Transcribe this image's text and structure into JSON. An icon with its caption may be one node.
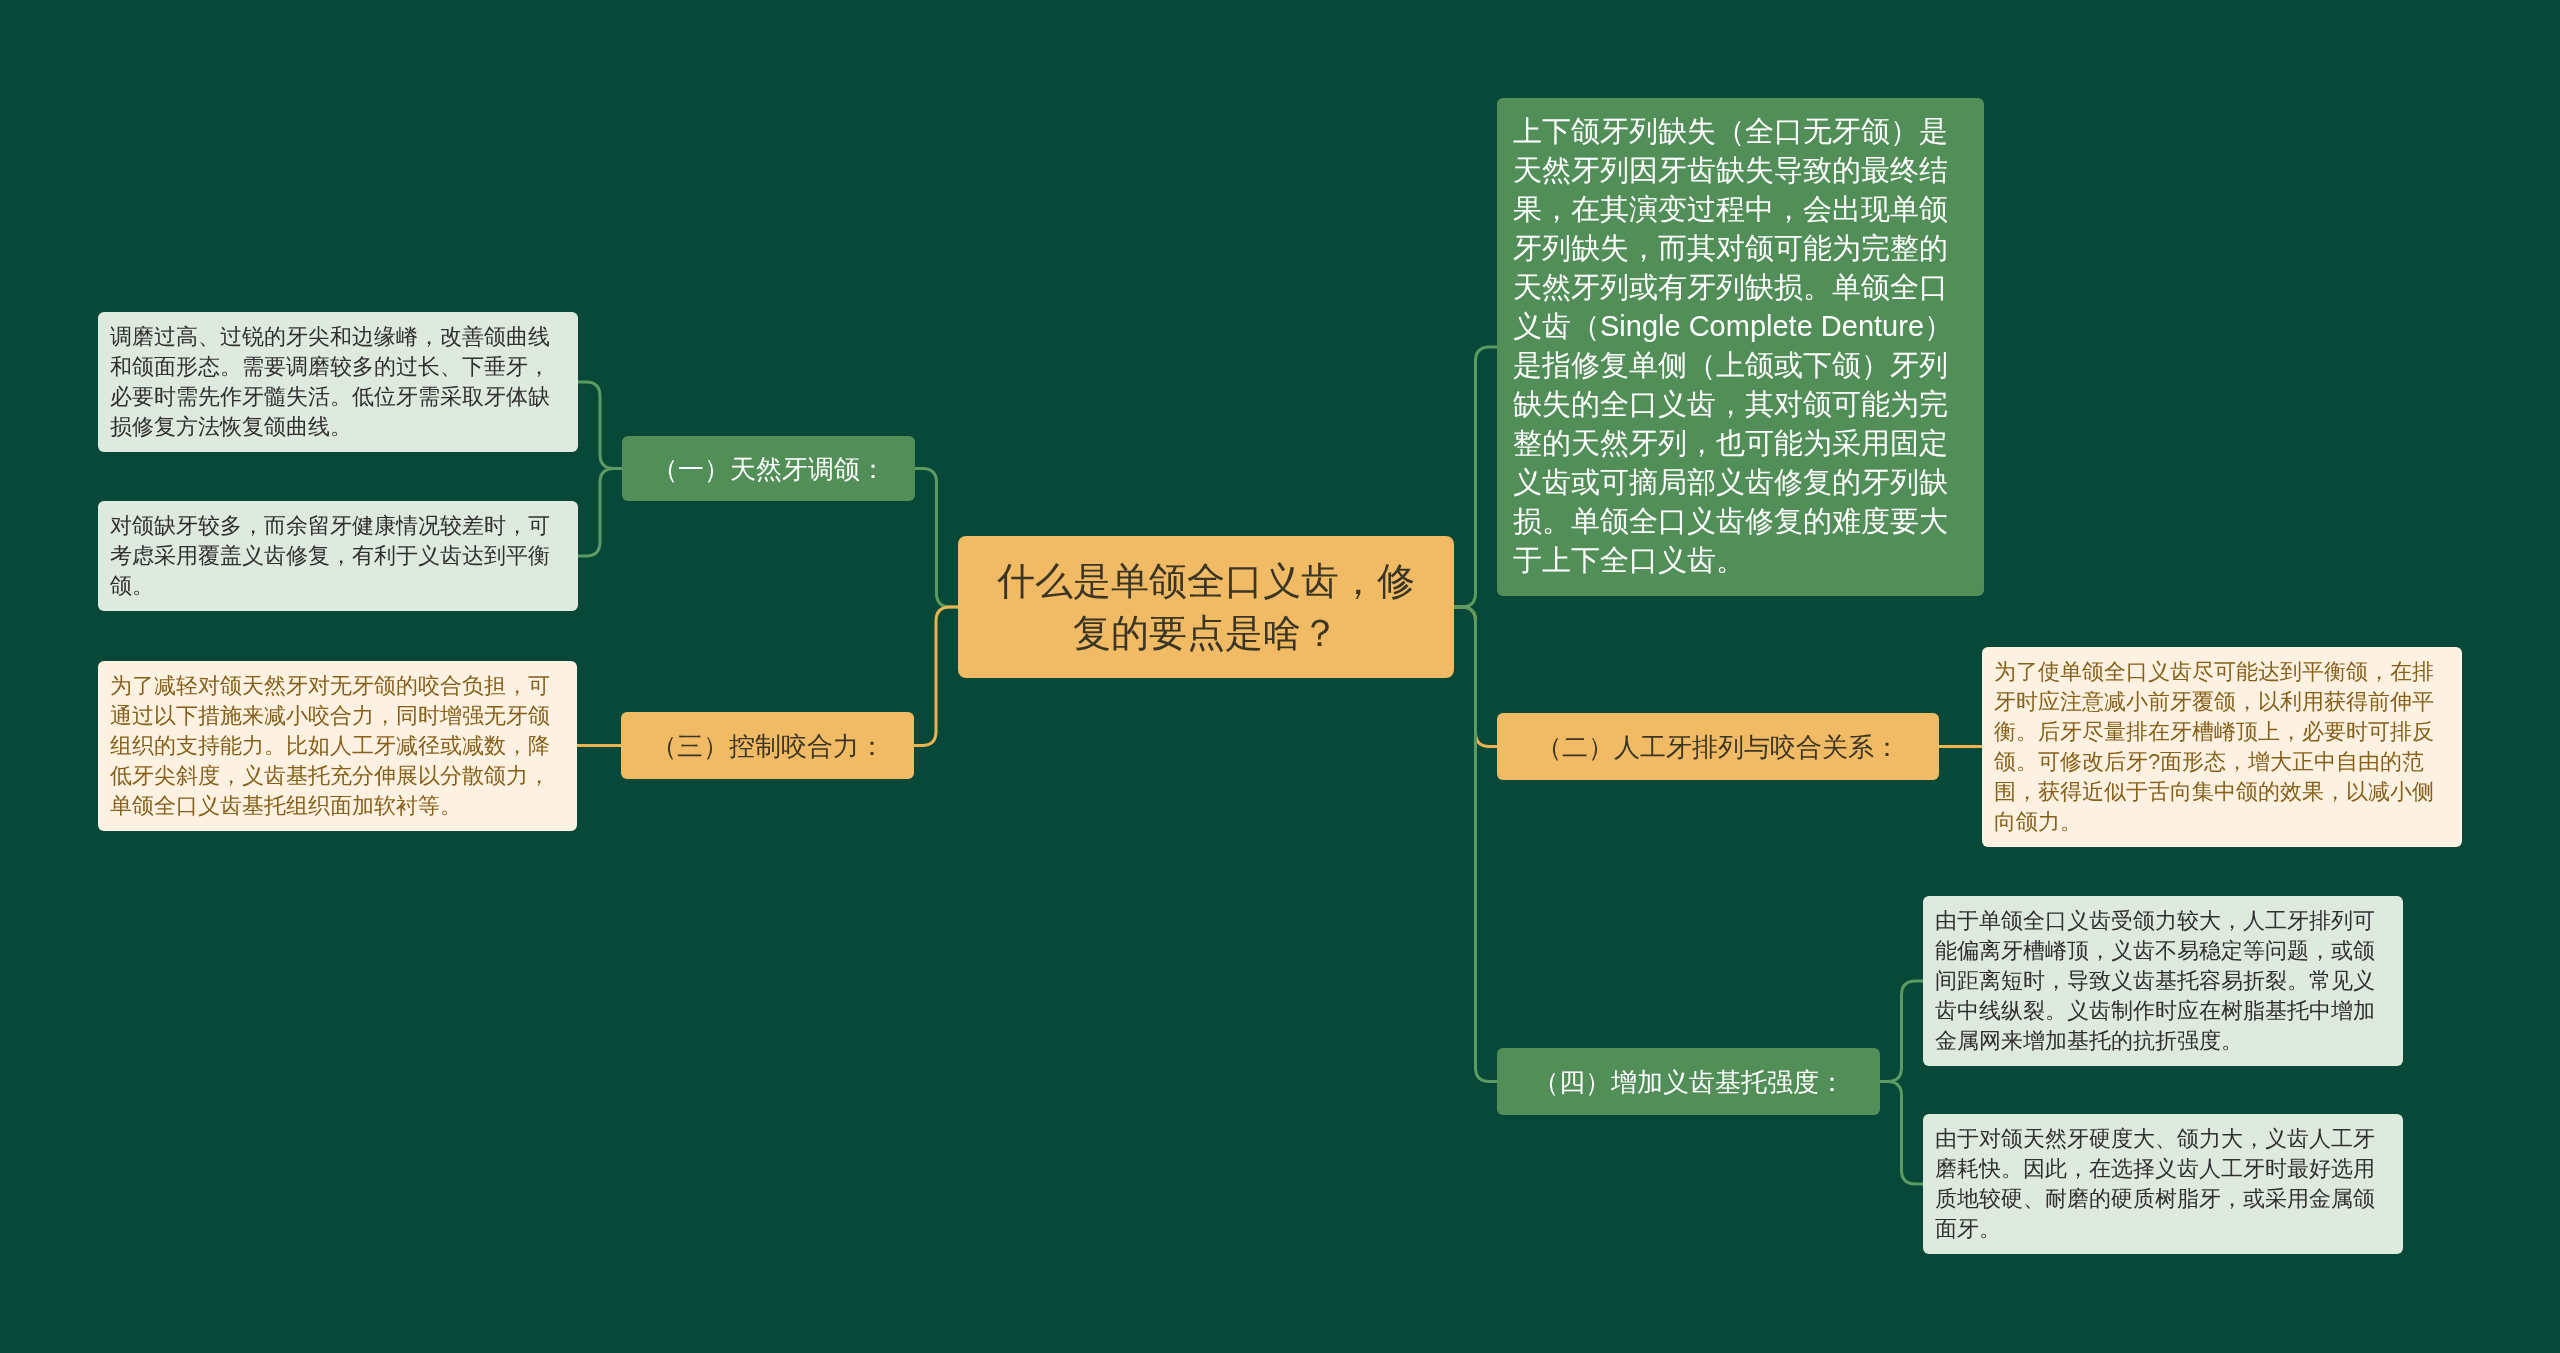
{
  "diagram": {
    "nodes": [
      {
        "text": [
          "什么是单颌全口义齿，修复的要点是啥？"
        ]
      },
      {
        "text": [
          "（一）天然牙调颌："
        ]
      },
      {
        "text": [
          "调磨过高、过锐的牙尖和边缘嵴，改善颌曲线和颌面形态。需要调磨较多的过长、下垂牙，必要时需先作牙髓失活。低位牙需采取牙体缺损修复方法恢复颌曲线。"
        ]
      },
      {
        "text": [
          "对颌缺牙较多，而余留牙健康情况较差时，可考虑采用覆盖义齿修复，有利于义齿达到平衡颌。"
        ]
      },
      {
        "text": [
          "（三）控制咬合力："
        ]
      },
      {
        "text": [
          "为了减轻对颌天然牙对无牙颌的咬合负担，可通过以下措施来减小咬合力，同时增强无牙颌组织的支持能力。比如人工牙减径或减数，降低牙尖斜度，义齿基托充分伸展以分散颌力，单颌全口义齿基托组织面加软衬等。"
        ]
      },
      {
        "text": [
          "上下颌牙列缺失（全口无牙颌）是天然牙列因牙齿缺失导致的最终结果，在其演变过程中，会出现单颌牙列缺失，而其对颌可能为完整的天然牙列或有牙列缺损。单颌全口义齿（Single Complete Denture）是指修复单侧（上颌或下颌）牙列缺失的全口义齿，其对颌可能为完整的天然牙列，也可能为采用固定义齿或可摘局部义齿修复的牙列缺损。单颌全口义齿修复的难度要大于上下全口义齿。"
        ]
      },
      {
        "text": [
          "（二）人工牙排列与咬合关系："
        ]
      },
      {
        "text": [
          "为了使单颌全口义齿尽可能达到平衡颌，在排牙时应注意减小前牙覆颌，以利用获得前伸平衡。后牙尽量排在牙槽嵴顶上，必要时可排反颌。可修改后牙?面形态，增大正中自由的范围，获得近似于舌向集中颌的效果，以减小侧向颌力。"
        ]
      },
      {
        "text": [
          "（四）增加义齿基托强度："
        ]
      },
      {
        "text": [
          "由于单颌全口义齿受颌力较大，人工牙排列可能偏离牙槽嵴顶，义齿不易稳定等问题，或颌间距离短时，导致义齿基托容易折裂。常见义齿中线纵裂。义齿制作时应在树脂基托中增加金属网来增加基托的抗折强度。"
        ]
      },
      {
        "text": [
          "由于对颌天然牙硬度大、颌力大，义齿人工牙磨耗快。因此，在选择义齿人工牙时最好选用质地较硬、耐磨的硬质树脂牙，或采用金属颌面牙。"
        ]
      }
    ],
    "edges": [
      {
        "from": 0,
        "to": 1,
        "arrow": "none"
      },
      {
        "from": 1,
        "to": 2,
        "arrow": "none"
      },
      {
        "from": 1,
        "to": 3,
        "arrow": "none"
      },
      {
        "from": 0,
        "to": 4,
        "arrow": "none",
        "color": "#e9b44f"
      },
      {
        "from": 4,
        "to": 5,
        "arrow": "none",
        "color": "#e9b44f"
      },
      {
        "from": 0,
        "to": 6,
        "arrow": "none"
      },
      {
        "from": 0,
        "to": 7,
        "arrow": "none",
        "color": "#e9b44f"
      },
      {
        "from": 7,
        "to": 8,
        "arrow": "none",
        "color": "#e9b44f"
      },
      {
        "from": 0,
        "to": 9,
        "arrow": "none"
      },
      {
        "from": 9,
        "to": 10,
        "arrow": "none"
      },
      {
        "from": 9,
        "to": 11,
        "arrow": "none"
      }
    ]
  }
}
